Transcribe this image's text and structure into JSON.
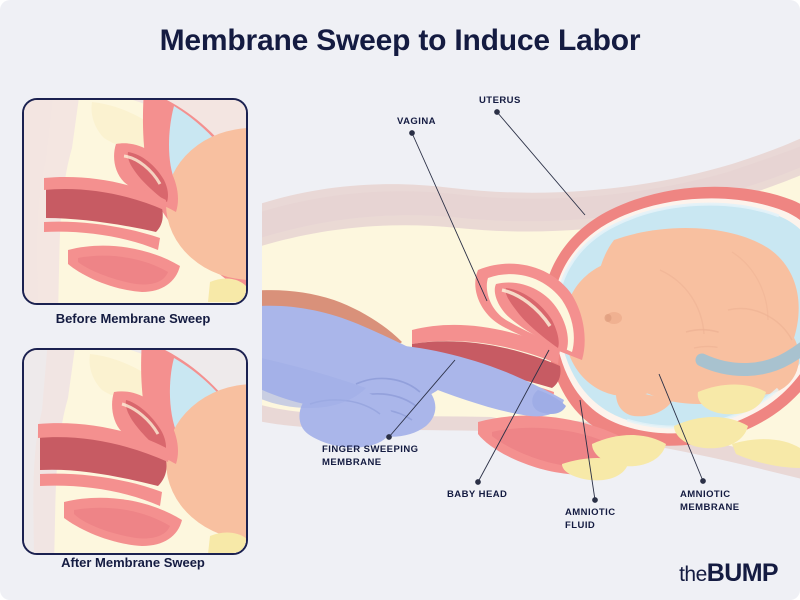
{
  "page": {
    "title": "Membrane Sweep to Induce Labor",
    "background_color": "#eff0f5",
    "ink_color": "#141b41"
  },
  "insets": [
    {
      "name": "before",
      "caption": "Before Membrane Sweep",
      "border_color": "#1b2150"
    },
    {
      "name": "after",
      "caption": "After Membrane Sweep",
      "border_color": "#1b2150"
    }
  ],
  "labels": [
    {
      "id": "vagina",
      "text": "VAGINA"
    },
    {
      "id": "uterus",
      "text": "UTERUS"
    },
    {
      "id": "finger",
      "text": "FINGER SWEEPING\nMEMBRANE"
    },
    {
      "id": "babyhead",
      "text": "BABY HEAD"
    },
    {
      "id": "fluid",
      "text": "AMNIOTIC\nFLUID"
    },
    {
      "id": "membrane",
      "text": "AMNIOTIC\nMEMBRANE"
    }
  ],
  "logo": {
    "prefix": "the",
    "name": "BUMP"
  },
  "palette": {
    "skin_arm": "#d9917a",
    "glove": "#aab6ea",
    "body_outer": "#e8d7d4",
    "body_fat": "#fdf6dc",
    "muscle_pink": "#f4908f",
    "muscle_deep": "#d9676d",
    "amniotic_fluid": "#c9e7f2",
    "fetus": "#f8c0a0",
    "uterine_wall": "#ef8582",
    "spine_yellow": "#f7e9a8",
    "cord": "#a8c2cf",
    "leader_line": "#2b3046"
  }
}
